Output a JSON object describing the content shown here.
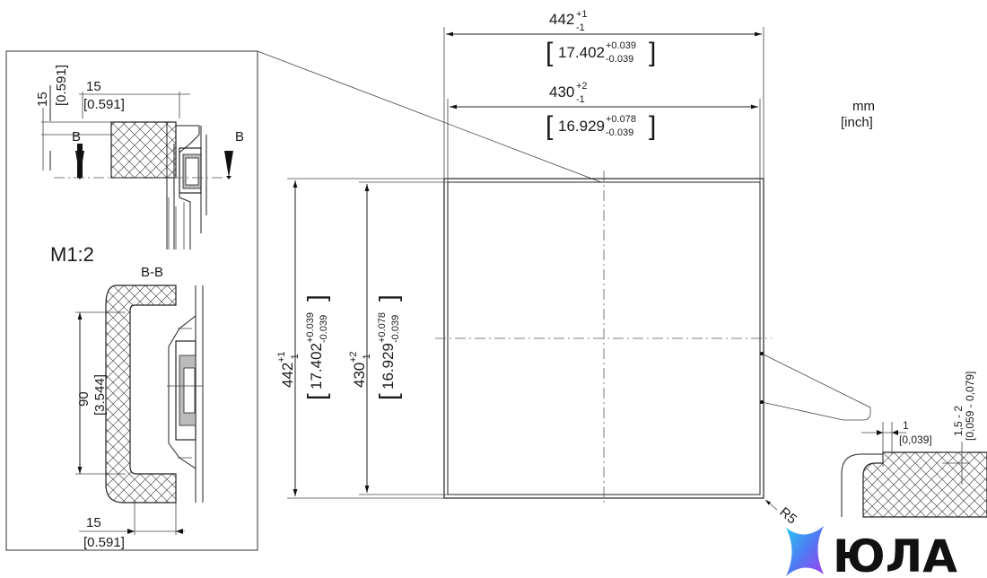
{
  "units": {
    "primary": "mm",
    "secondary": "[inch]"
  },
  "front_view": {
    "outer_width": {
      "value": "442",
      "tol_up": "+1",
      "tol_down": "-1",
      "inch_value": "17.402",
      "inch_tol_up": "+0.039",
      "inch_tol_down": "-0.039"
    },
    "cutout_width": {
      "value": "430",
      "tol_up": "+2",
      "tol_down": "-1",
      "inch_value": "16.929",
      "inch_tol_up": "+0.078",
      "inch_tol_down": "-0.039"
    },
    "outer_height": {
      "value": "442",
      "tol_up": "+1",
      "tol_down": "-1",
      "inch_value": "17.402",
      "inch_tol_up": "+0.039",
      "inch_tol_down": "-0.039"
    },
    "cutout_height": {
      "value": "430",
      "tol_up": "+2",
      "tol_down": "-1",
      "inch_value": "16.929",
      "inch_tol_up": "+0.078",
      "inch_tol_down": "-0.039"
    },
    "corner_radius": "R5"
  },
  "detail_panel": {
    "scale": "M1:2",
    "section_mark": "B",
    "section_title": "B-B",
    "top_vertical": {
      "value": "15",
      "inch": "[0.591]"
    },
    "top_horizontal": {
      "value": "15",
      "inch": "[0.591]"
    },
    "depth": {
      "value": "90",
      "inch": "[3.544]"
    },
    "bottom_horizontal": {
      "value": "15",
      "inch": "[0.591]"
    }
  },
  "edge_detail": {
    "gap": {
      "value": "1",
      "inch": "[0,039]"
    },
    "thickness": {
      "value": "1,5 - 2",
      "inch": "[0,059 - 0,079]"
    }
  },
  "logo": {
    "text": "ЮЛА",
    "accent": "#6a3df0",
    "accent2": "#27c7f0",
    "text_color": "#111111"
  }
}
